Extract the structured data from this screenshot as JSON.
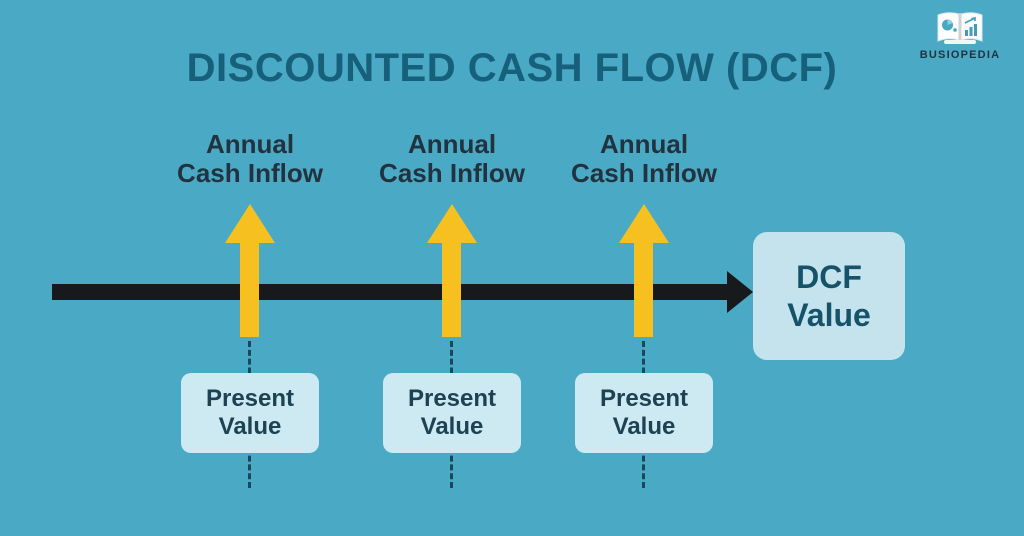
{
  "page": {
    "title": "DISCOUNTED CASH FLOW (DCF)"
  },
  "brand": {
    "name": "BUSIOPEDIA",
    "logo_icon": "open-book-with-pie-and-bar-chart-icon"
  },
  "diagram": {
    "type": "timeline-flow-infographic",
    "columns": [
      {
        "inflow_line1": "Annual",
        "inflow_line2": "Cash Inflow",
        "pv_line1": "Present",
        "pv_line2": "Value"
      },
      {
        "inflow_line1": "Annual",
        "inflow_line2": "Cash Inflow",
        "pv_line1": "Present",
        "pv_line2": "Value"
      },
      {
        "inflow_line1": "Annual",
        "inflow_line2": "Cash Inflow",
        "pv_line1": "Present",
        "pv_line2": "Value"
      }
    ],
    "result_box": {
      "line1": "DCF",
      "line2": "Value"
    },
    "icons": {
      "timeline": "right-arrow-timeline",
      "inflow": "up-arrow",
      "discount_link": "dashed-vertical-line"
    }
  },
  "colors": {
    "background": "#4AA9C4",
    "title_text": "#16607B",
    "label_text": "#22333F",
    "arrow_yellow": "#F6C120",
    "timeline_black": "#17191D",
    "box_background": "#CDE9F1",
    "box_text": "#1C4254",
    "dcf_box_background": "#C5E3ED",
    "dcf_text": "#16526A",
    "dotted_line": "#19485C"
  }
}
